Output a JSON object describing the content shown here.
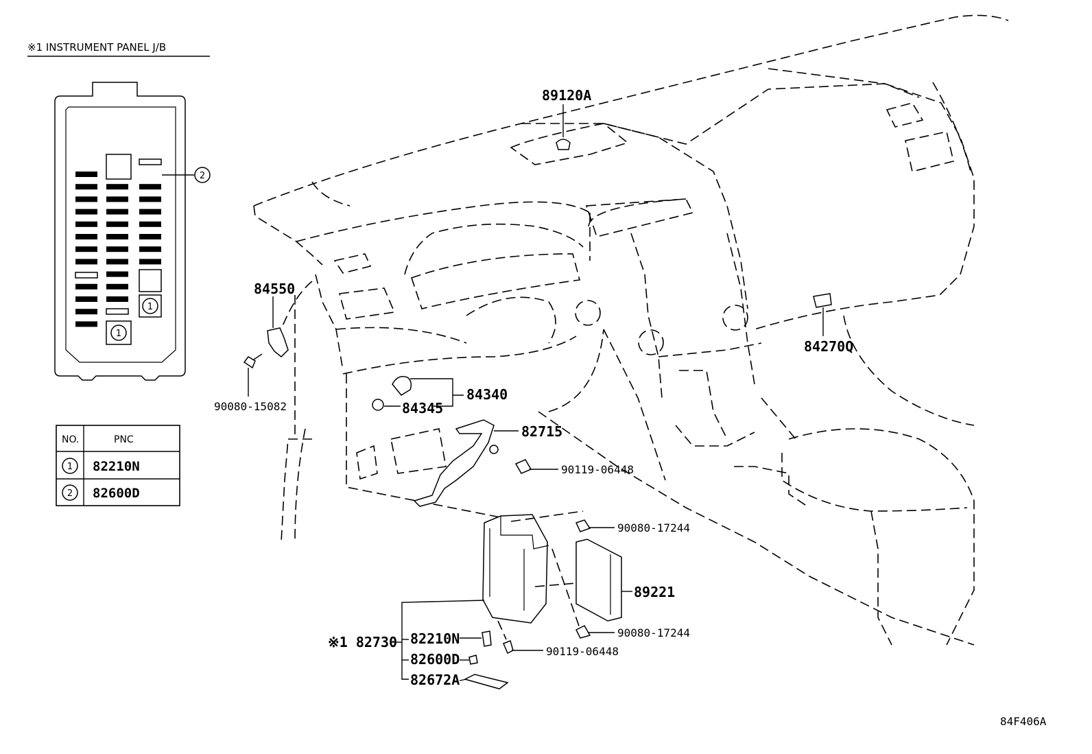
{
  "panel_title": "※1 INSTRUMENT PANEL J/B",
  "table": {
    "headers": [
      "NO.",
      "PNC"
    ],
    "rows": [
      {
        "no": "1",
        "pnc": "82210N"
      },
      {
        "no": "2",
        "pnc": "82600D"
      }
    ]
  },
  "callouts": {
    "c1": "1",
    "c2": "2"
  },
  "labels": {
    "p89120A": "89120A",
    "p84550": "84550",
    "p90080_15082": "90080-15082",
    "p84340": "84340",
    "p84345": "84345",
    "p82715": "82715",
    "p90119_06448_a": "90119-06448",
    "p90080_17244_a": "90080-17244",
    "p89221": "89221",
    "p90080_17244_b": "90080-17244",
    "p82730": "※1 82730",
    "p82210N": "82210N",
    "p82600D": "82600D",
    "p82672A": "82672A",
    "p90119_06448_b": "90119-06448",
    "p84270Q": "84270Q"
  },
  "figure_code": "84F406A"
}
